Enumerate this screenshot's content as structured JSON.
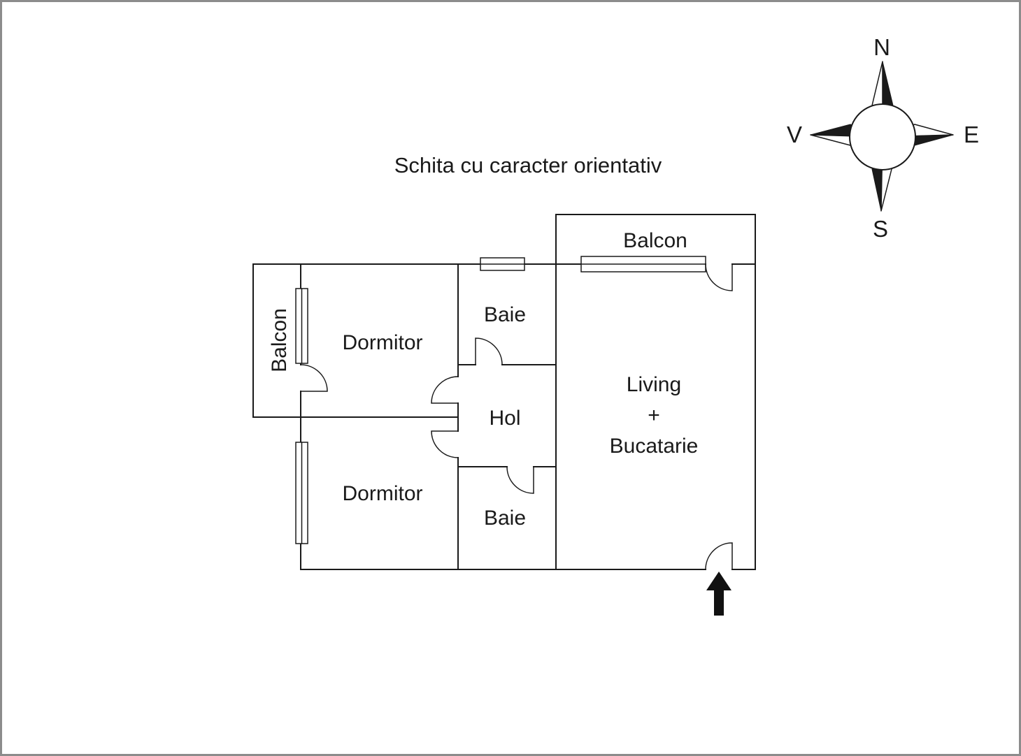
{
  "title": "Schita cu caracter orientativ",
  "compass": {
    "north": "N",
    "east": "E",
    "south": "S",
    "west": "V"
  },
  "rooms": {
    "balcony_top": "Balcon",
    "balcony_left": "Balcon",
    "bedroom_top": "Dormitor",
    "bedroom_bottom": "Dormitor",
    "bathroom_top": "Baie",
    "bathroom_bottom": "Baie",
    "hall": "Hol",
    "living": {
      "line1": "Living",
      "line2": "+",
      "line3": "Bucatarie"
    }
  },
  "colors": {
    "background": "#ffffff",
    "text": "#1a1a1a",
    "wall": "#1a1a1a",
    "arrow": "#111111",
    "page_border": "#8c8c8c"
  }
}
